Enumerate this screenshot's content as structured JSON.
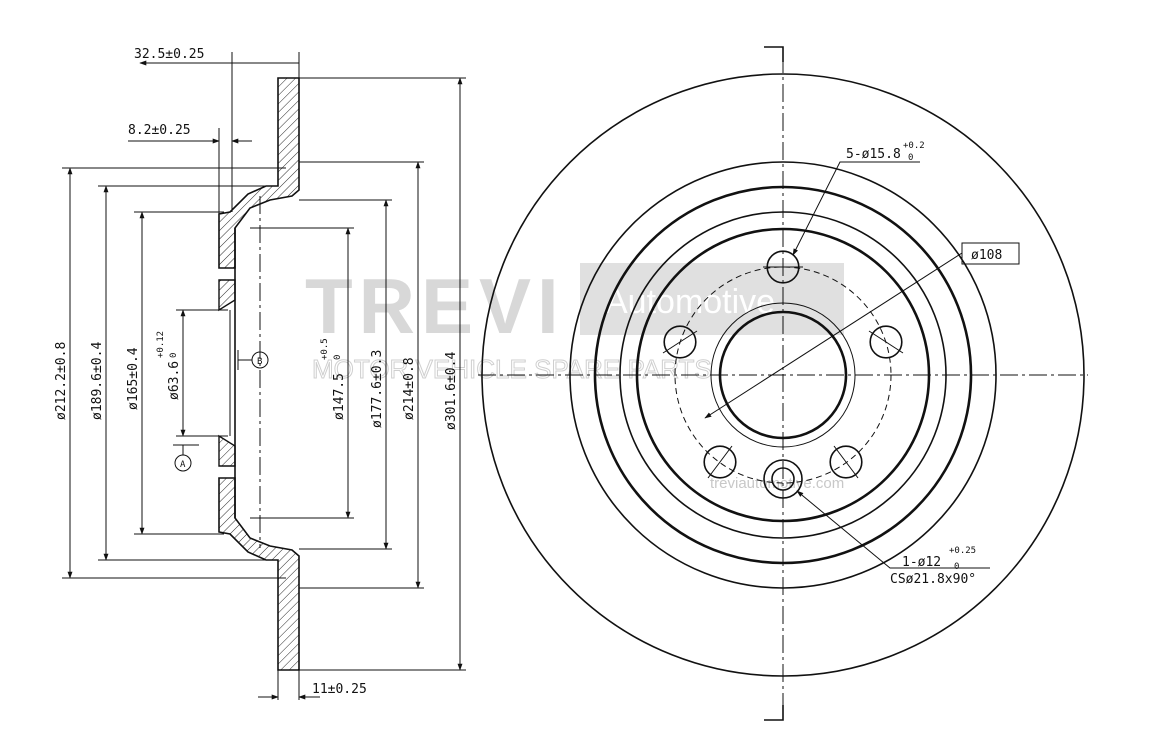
{
  "watermark": {
    "brand": "TREVI",
    "automotive": "Automotive",
    "tagline": "MOTOR VEHICLE SPARE PARTS",
    "url": "treviautomotive.com"
  },
  "side_view": {
    "dim_total_offset": "32.5±0.25",
    "dim_hat_thickness": "8.2±0.25",
    "dim_disc_thickness": "11±0.25",
    "dia_212": "ø212.2±0.8",
    "dia_189": "ø189.6±0.4",
    "dia_165": "ø165±0.4",
    "dia_63_main": "ø63.6",
    "dia_63_tol_upper": "+0.12",
    "dia_63_tol_lower": "0",
    "dia_147_main": "ø147.5",
    "dia_147_tol_upper": "+0.5",
    "dia_147_tol_lower": "0",
    "dia_177": "ø177.6±0.3",
    "dia_214": "ø214±0.8",
    "dia_301": "ø301.6±0.4",
    "datum_a": "A",
    "datum_b": "B"
  },
  "front_view": {
    "bolt_holes_main": "5-ø15.8",
    "bolt_holes_tol_upper": "+0.2",
    "bolt_holes_tol_lower": "0",
    "pcd": "ø108",
    "pin_hole_main": "1-ø12",
    "pin_hole_tol_upper": "+0.25",
    "pin_hole_tol_lower": "0",
    "countersink": "CSø21.8x90°"
  },
  "colors": {
    "line": "#111111",
    "watermark": "#d8d8d8"
  }
}
